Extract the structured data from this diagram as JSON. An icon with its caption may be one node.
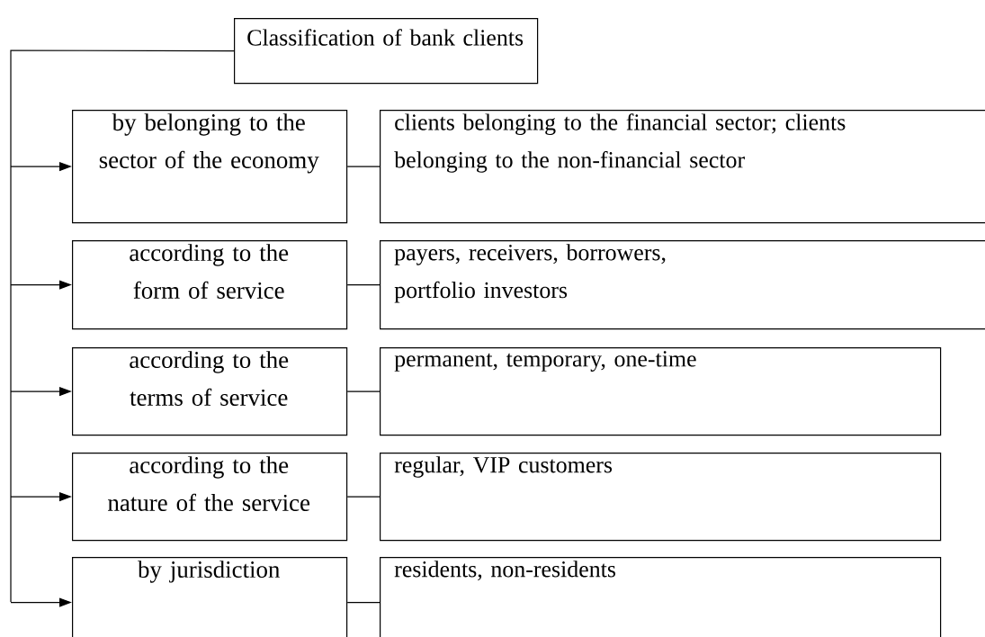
{
  "diagram": {
    "nodes": [
      {
        "text": [
          "Classification of bank clients"
        ]
      },
      {
        "text": [
          "by belonging to the sector of the economy"
        ]
      },
      {
        "text": [
          "clients belonging to the financial sector; clients belonging to the non-financial sector"
        ]
      },
      {
        "text": [
          "according to the form of service"
        ]
      },
      {
        "text": [
          "payers, receivers, borrowers, portfolio investors"
        ]
      },
      {
        "text": [
          "according to the terms of service"
        ]
      },
      {
        "text": [
          "permanent, temporary, one-time"
        ]
      },
      {
        "text": [
          "according to the nature of the service"
        ]
      },
      {
        "text": [
          "regular, VIP customers"
        ]
      },
      {
        "text": [
          "by jurisdiction"
        ]
      },
      {
        "text": [
          "residents, non-residents"
        ]
      }
    ],
    "edges": [
      {
        "from": 0,
        "to": 1,
        "arrow": "to"
      },
      {
        "from": 0,
        "to": 3,
        "arrow": "to"
      },
      {
        "from": 0,
        "to": 5,
        "arrow": "to"
      },
      {
        "from": 0,
        "to": 7,
        "arrow": "to"
      },
      {
        "from": 0,
        "to": 9,
        "arrow": "to"
      },
      {
        "from": 1,
        "to": 2,
        "arrow": "none"
      },
      {
        "from": 3,
        "to": 4,
        "arrow": "none"
      },
      {
        "from": 5,
        "to": 6,
        "arrow": "none"
      },
      {
        "from": 7,
        "to": 8,
        "arrow": "none"
      },
      {
        "from": 9,
        "to": 10,
        "arrow": "none"
      }
    ]
  }
}
